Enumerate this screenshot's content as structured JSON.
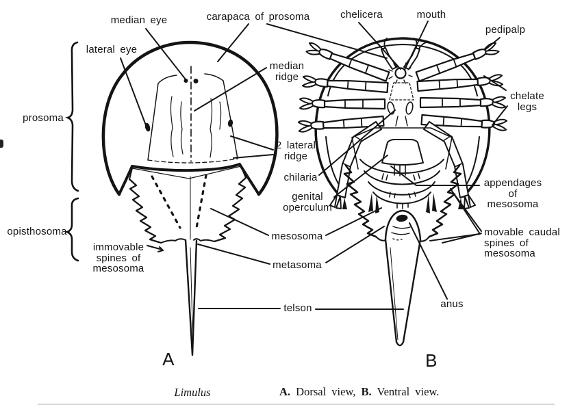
{
  "labels": {
    "median_eye": "median eye",
    "carapaca": "carapaca of prosoma",
    "chelicera": "chelicera",
    "mouth": "mouth",
    "pedipalp": "pedipalp",
    "lateral_eye": "lateral eye",
    "median_ridge": "median\nridge",
    "chelate_legs": "chelate\nlegs",
    "prosoma": "prosoma",
    "two_lateral_ridge": "2 lateral\nridge",
    "chilaria": "chilaria",
    "genital_operculum": "genital\noperculum",
    "opisthosoma": "opisthosoma",
    "immovable_spines": "immovable\nspines of\nmesosoma",
    "mesosoma": "mesosoma",
    "metasoma": "metasoma",
    "telson": "telson",
    "anus": "anus",
    "appendages": "appendages\nof\nmesosoma",
    "movable_spines": "movable caudal\nspines of\nmesosoma"
  },
  "figure": {
    "view_a_letter": "A",
    "view_b_letter": "B"
  },
  "caption": {
    "species": "Limulus",
    "a_label": "A.",
    "a_text": " Dorsal view, ",
    "b_label": "B.",
    "b_text": " Ventral view."
  },
  "colors": {
    "ink": "#141414",
    "background": "#ffffff"
  }
}
